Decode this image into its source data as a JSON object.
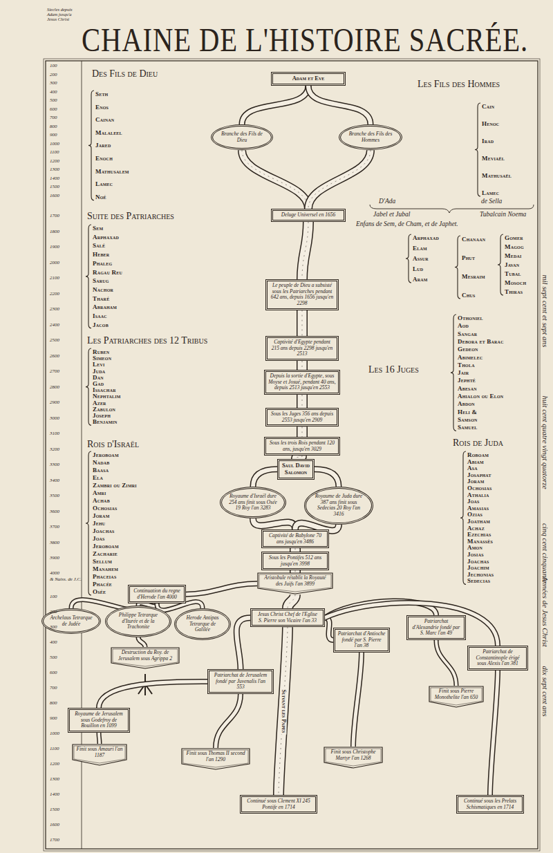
{
  "diagram": {
    "title": "CHAINE DE L'HISTOIRE SACRÉE.",
    "nodes": [
      {
        "text": [
          "Adam et Eve"
        ]
      },
      {
        "text": [
          "Branche des Fils de Dieu"
        ]
      },
      {
        "text": [
          "Branche des Fils des Hommes"
        ]
      },
      {
        "text": [
          "Deluge Universel en 1656"
        ]
      },
      {
        "text": [
          "Le peuple de Dieu a subsisté sous les Patriarches pendant 642 ans, depuis 1656 jusqu'en 2298"
        ]
      },
      {
        "text": [
          "Captivité d'Egypte pendant 215 ans depuis 2298 jusqu'en 2513"
        ]
      },
      {
        "text": [
          "Depuis la sortie d'Egypte, sous Moyse et Josué, pendant 40 ans, depuis 2513 jusqu'en 2553"
        ]
      },
      {
        "text": [
          "Sous les Juges 356 ans depuis 2553 jusqu'en 2909"
        ]
      },
      {
        "text": [
          "Sous les trois Rois pendant 120 ans, jusqu'en 3029"
        ]
      },
      {
        "text": [
          "Saul David Salomon"
        ]
      },
      {
        "text": [
          "Royaume d'Israël dure 254 ans finit sous Osée 19 Roy l'an 3283"
        ]
      },
      {
        "text": [
          "Royaume de Juda dure 387 ans finit sous Sedecias 20 Roy l'an 3416"
        ]
      },
      {
        "text": [
          "Captivité de Babylone 70 ans jusqu'en 3486"
        ]
      },
      {
        "text": [
          "Sous les Pontifes 512 ans jusqu'en 3998"
        ]
      },
      {
        "text": [
          "Aristobule rétablit la Royauté des Juifs l'an 3899"
        ]
      },
      {
        "text": [
          "Continuation du regne d'Herode l'an 4000"
        ]
      },
      {
        "text": [
          "Archelaus Tetrarque de Judée"
        ]
      },
      {
        "text": [
          "Philippe Tetrarque d'Iturée et de la Trachonite"
        ]
      },
      {
        "text": [
          "Herode Antipas Tetrarque de Galilée"
        ]
      },
      {
        "text": [
          "Destruction du Roy. de Jerusalem sous Agrippa 2"
        ]
      },
      {
        "text": [
          "Jesus Christ Chef de l'Eglise",
          "S. Pierre son Vicaire l'an 33"
        ]
      },
      {
        "text": [
          "Patriarchat d'Antioche fondé par S. Pierre l'an 38"
        ]
      },
      {
        "text": [
          "Patriarchat d'Alexandrie fondé par S. Marc l'an 49"
        ]
      },
      {
        "text": [
          "Patriarchat de Constantinople érigé sous Alexis l'an 381"
        ]
      },
      {
        "text": [
          "Patriarchat de Jerusalem fondé par Juvenalis l'an 553"
        ]
      },
      {
        "text": [
          "Royaume de Jerusalem sous Godefroy de Bouillon en 1099"
        ]
      },
      {
        "text": [
          "Finit sous Amauri l'an 1187"
        ]
      },
      {
        "text": [
          "Finit sous Thomas II second l'an 1290"
        ]
      },
      {
        "text": [
          "Finit sous Christophe Martyr l'an 1268"
        ]
      },
      {
        "text": [
          "Finit sous Pierre Monothelite l'an 650"
        ]
      },
      {
        "text": [
          "Continué sous Clement XI 245 Pontife en 1714"
        ]
      },
      {
        "text": [
          "Continué sous les Prelats Schismatiques en 1714"
        ]
      }
    ],
    "edges": [
      {
        "from": 0,
        "to": 1,
        "arrow": "none"
      },
      {
        "from": 0,
        "to": 2,
        "arrow": "none"
      },
      {
        "from": 1,
        "to": 3,
        "arrow": "none"
      },
      {
        "from": 2,
        "to": 3,
        "arrow": "none"
      },
      {
        "from": 3,
        "to": 4,
        "arrow": "none"
      },
      {
        "from": 4,
        "to": 5,
        "arrow": "none"
      },
      {
        "from": 5,
        "to": 6,
        "arrow": "none"
      },
      {
        "from": 6,
        "to": 7,
        "arrow": "none"
      },
      {
        "from": 7,
        "to": 8,
        "arrow": "none"
      },
      {
        "from": 8,
        "to": 9,
        "arrow": "none"
      },
      {
        "from": 9,
        "to": 10,
        "arrow": "none"
      },
      {
        "from": 9,
        "to": 11,
        "arrow": "none"
      },
      {
        "from": 10,
        "to": 12,
        "arrow": "none"
      },
      {
        "from": 11,
        "to": 12,
        "arrow": "none"
      },
      {
        "from": 12,
        "to": 13,
        "arrow": "none"
      },
      {
        "from": 13,
        "to": 14,
        "arrow": "none"
      },
      {
        "from": 14,
        "to": 15,
        "arrow": "none"
      },
      {
        "from": 14,
        "to": 20,
        "arrow": "none"
      },
      {
        "from": 15,
        "to": 16,
        "arrow": "none"
      },
      {
        "from": 15,
        "to": 17,
        "arrow": "none"
      },
      {
        "from": 15,
        "to": 18,
        "arrow": "none"
      },
      {
        "from": 17,
        "to": 19,
        "arrow": "none"
      },
      {
        "from": 20,
        "to": 21,
        "arrow": "none"
      },
      {
        "from": 20,
        "to": 22,
        "arrow": "none"
      },
      {
        "from": 20,
        "to": 23,
        "arrow": "none"
      },
      {
        "from": 20,
        "to": 24,
        "arrow": "none"
      },
      {
        "from": 24,
        "to": 25,
        "arrow": "none"
      },
      {
        "from": 25,
        "to": 26,
        "arrow": "none"
      },
      {
        "from": 24,
        "to": 27,
        "arrow": "none"
      },
      {
        "from": 20,
        "to": 30,
        "label": "Suivant les Papes",
        "arrow": "none"
      },
      {
        "from": 21,
        "to": 28,
        "arrow": "none"
      },
      {
        "from": 22,
        "to": 29,
        "arrow": "none"
      },
      {
        "from": 23,
        "to": 31,
        "arrow": "none"
      }
    ],
    "labels": [
      "Siecles depuis Adam jusqu'a Jesus Christ",
      "100",
      "200",
      "300",
      "400",
      "500",
      "600",
      "700",
      "800",
      "900",
      "1000",
      "1100",
      "1200",
      "1300",
      "1400",
      "1500",
      "1600",
      "1700",
      "1800",
      "1900",
      "2000",
      "2100",
      "2200",
      "2300",
      "2400",
      "2500",
      "2600",
      "2700",
      "2800",
      "2900",
      "3000",
      "3100",
      "3200",
      "3300",
      "3400",
      "3500",
      "3600",
      "3700",
      "3800",
      "3900",
      "4000",
      "& Naiss. de J.C.",
      "100",
      "200",
      "300",
      "400",
      "500",
      "600",
      "700",
      "800",
      "900",
      "1000",
      "1100",
      "1200",
      "1300",
      "1400",
      "1500",
      "1600",
      "1700",
      "Des Fils de Dieu",
      "Seth",
      "Enos",
      "Cainan",
      "Malaleel",
      "Jared",
      "Enoch",
      "Mathusalem",
      "Lamec",
      "Noé",
      "Suite des Patriarches",
      "Sem",
      "Arphaxad",
      "Salé",
      "Heber",
      "Phaleg",
      "Ragau Reu",
      "Sarug",
      "Nachor",
      "Tharé",
      "Abraham",
      "Isaac",
      "Jacob",
      "Les Patriarches des 12 Tribus",
      "Ruben",
      "Simeon",
      "Levi",
      "Juda",
      "Dan",
      "Gad",
      "Issachar",
      "Nephtalim",
      "Azer",
      "Zabulon",
      "Joseph",
      "Benjamin",
      "Rois d'Israël",
      "Jeroboam",
      "Nadab",
      "Baasa",
      "Ela",
      "Zambri ou Zimri",
      "Amri",
      "Achab",
      "Ochosias",
      "Joram",
      "Jehu",
      "Joachas",
      "Joas",
      "Jeroboam",
      "Zacharie",
      "Sellum",
      "Manahem",
      "Phaceias",
      "Phacée",
      "Osée",
      "Les Fils des Hommes",
      "Cain",
      "Henoc",
      "Irad",
      "Meviaël",
      "Mathusaël",
      "Lamec",
      "D'Ada",
      "de Sella",
      "Jabel et Jubal",
      "Tubalcain Noema",
      "Enfans de Sem, de Cham, et de Japhet.",
      "Arphaxad",
      "Elam",
      "Assur",
      "Lud",
      "Aram",
      "Chanaan",
      "Phut",
      "Mesraim",
      "Chus",
      "Gomer",
      "Magog",
      "Medai",
      "Javan",
      "Tubal",
      "Mosoch",
      "Thiras",
      "Les 16 Juges",
      "Othoniel",
      "Aod",
      "Sangar",
      "Debora et Barac",
      "Gedeon",
      "Abimelec",
      "Thola",
      "Jair",
      "Jephté",
      "Abesan",
      "Ahialon ou Elon",
      "Abdon",
      "Heli &",
      "Samson",
      "Samuel",
      "Rois de Juda",
      "Roboam",
      "Abiam",
      "Asa",
      "Josaphat",
      "Joram",
      "Ochosias",
      "Athalia",
      "Joas",
      "Amasias",
      "Ozias",
      "Joatham",
      "Achaz",
      "Ezechias",
      "Manassès",
      "Amon",
      "Josias",
      "Joachas",
      "Joachim",
      "Jechonias",
      "Sedecias",
      "mil sept cent et sept ans",
      "huit cent quatre vingt quatorze",
      "cinq cent cinquante",
      "Années de Jesus Christ",
      "dix sept cent ans"
    ]
  }
}
